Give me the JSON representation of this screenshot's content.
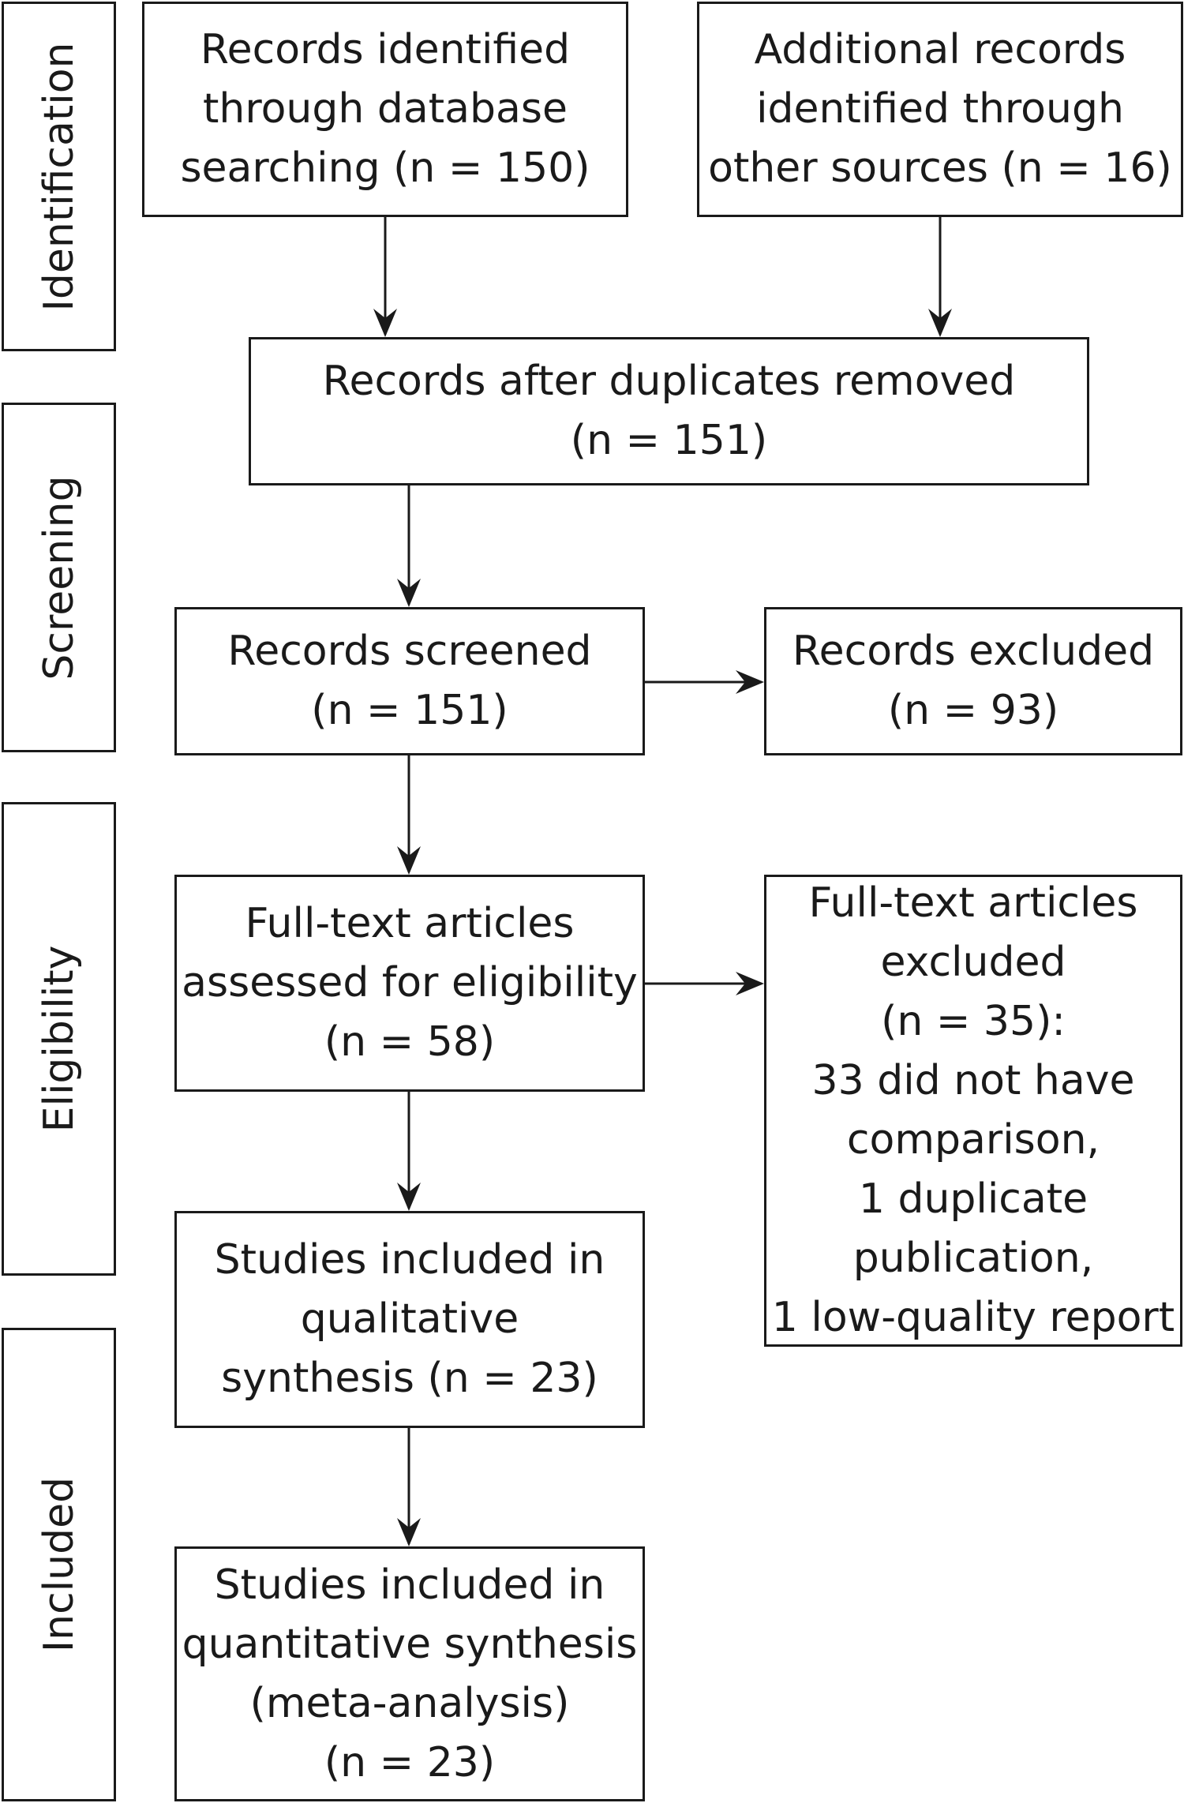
{
  "stages": {
    "identification": "Identification",
    "screening": "Screening",
    "eligibility": "Eligibility",
    "included": "Included"
  },
  "boxes": {
    "database_records": "Records identified\nthrough database\nsearching (n = 150)",
    "other_records": "Additional records\nidentified through\nother sources (n = 16)",
    "after_duplicates": "Records after duplicates removed\n(n = 151)",
    "screened": "Records screened\n(n = 151)",
    "excluded": "Records excluded\n(n = 93)",
    "full_text_assessed": "Full-text articles\nassessed for eligibility\n(n = 58)",
    "full_text_excluded": "Full-text articles\nexcluded\n(n = 35):\n33 did not have\ncomparison,\n1 duplicate\npublication,\n1 low-quality report",
    "qualitative": "Studies included in\nqualitative\nsynthesis (n = 23)",
    "quantitative": "Studies included in\nquantitative synthesis\n(meta-analysis)\n(n = 23)"
  },
  "colors": {
    "line": "#1a1a1a",
    "background": "#ffffff"
  }
}
